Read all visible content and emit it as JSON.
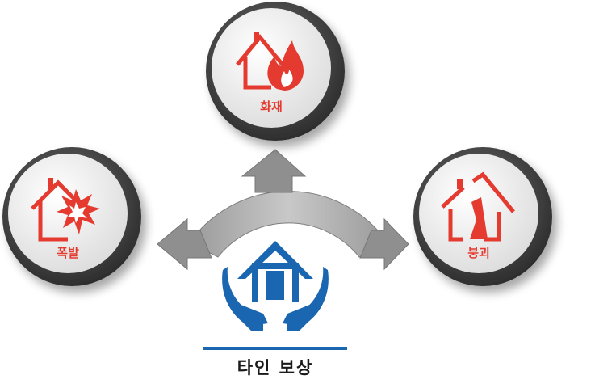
{
  "center": {
    "label": "타인 보상"
  },
  "nodes": [
    {
      "id": "fire",
      "label": "화재",
      "icon": "house-fire-icon"
    },
    {
      "id": "explosion",
      "label": "폭발",
      "icon": "house-explosion-icon"
    },
    {
      "id": "collapse",
      "label": "붕괴",
      "icon": "house-collapse-icon"
    }
  ],
  "colors": {
    "accent_red": "#e53a2f",
    "center_blue": "#1a66b0",
    "arrow_gray": "#8d8d8d",
    "arrow_gray_light": "#b8b8b8",
    "circle_face": "#efefef",
    "ring_dark": "#3c3c3c"
  }
}
